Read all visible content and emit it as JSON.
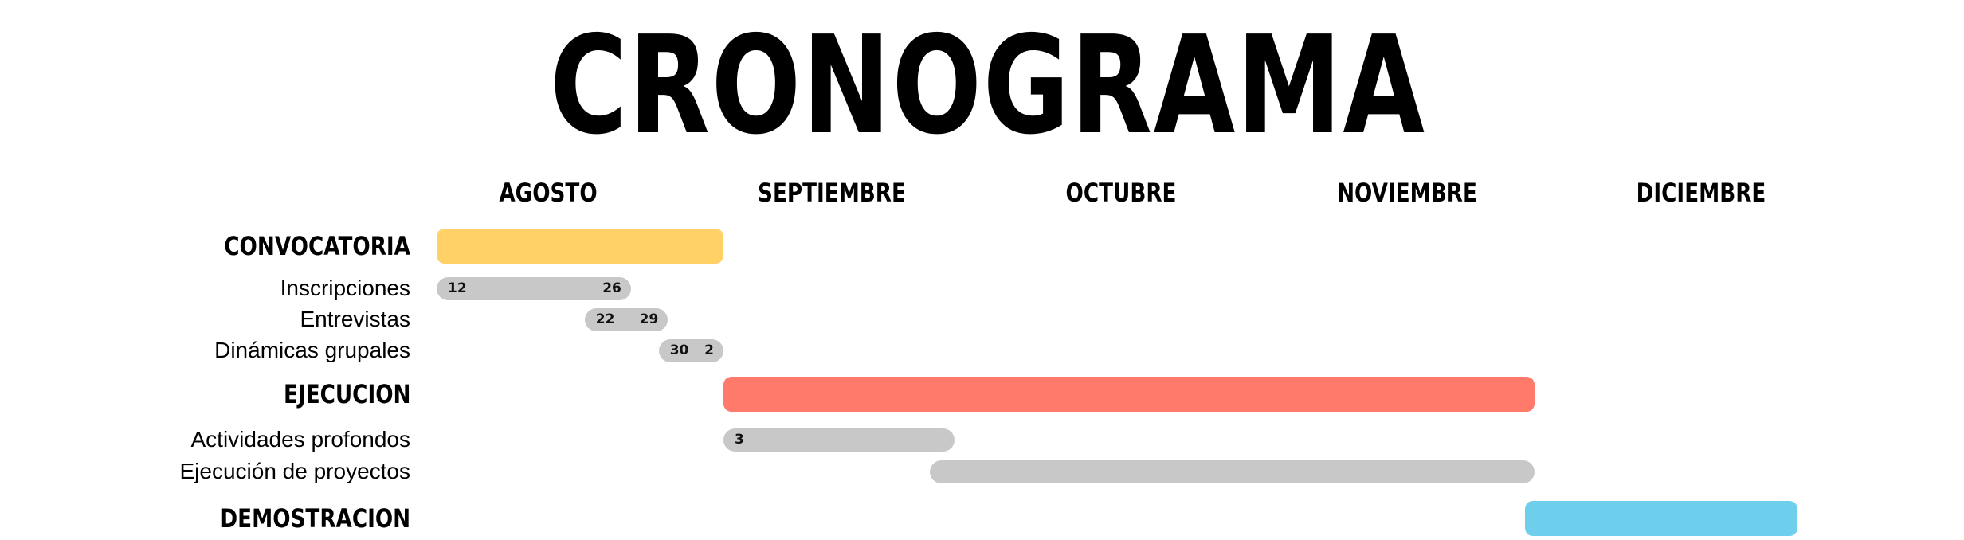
{
  "title": "CRONOGRAMA",
  "months": [
    "AGOSTO",
    "SEPTIEMBRE",
    "OCTUBRE",
    "NOVIEMBRE",
    "DICIEMBRE"
  ],
  "phases": [
    {
      "label": "CONVOCATORIA",
      "color": "#ffd166",
      "start": "08-01",
      "end": "08-31"
    },
    {
      "label": "EJECUCION",
      "color": "#ff7a6b",
      "start": "09-01",
      "end": "11-28"
    },
    {
      "label": "DEMOSTRACION",
      "color": "#6dcfec",
      "start": "11-28",
      "end": "12-26"
    }
  ],
  "tasks": [
    {
      "label": "Inscripciones",
      "start_label": "12",
      "end_label": "26",
      "start": "08-01",
      "end": "08-21"
    },
    {
      "label": "Entrevistas",
      "start_label": "22",
      "end_label": "29",
      "start": "08-17",
      "end": "08-25"
    },
    {
      "label": "Dinámicas grupales",
      "start_label": "30",
      "end_label": "2",
      "start": "08-25",
      "end": "08-31"
    },
    {
      "label": "Actividades profondos",
      "start_label": "3",
      "end_label": "",
      "start": "09-01",
      "end": "09-28"
    },
    {
      "label": "Ejecución de proyectos",
      "start_label": "",
      "end_label": "",
      "start": "09-26",
      "end": "11-28"
    }
  ]
}
